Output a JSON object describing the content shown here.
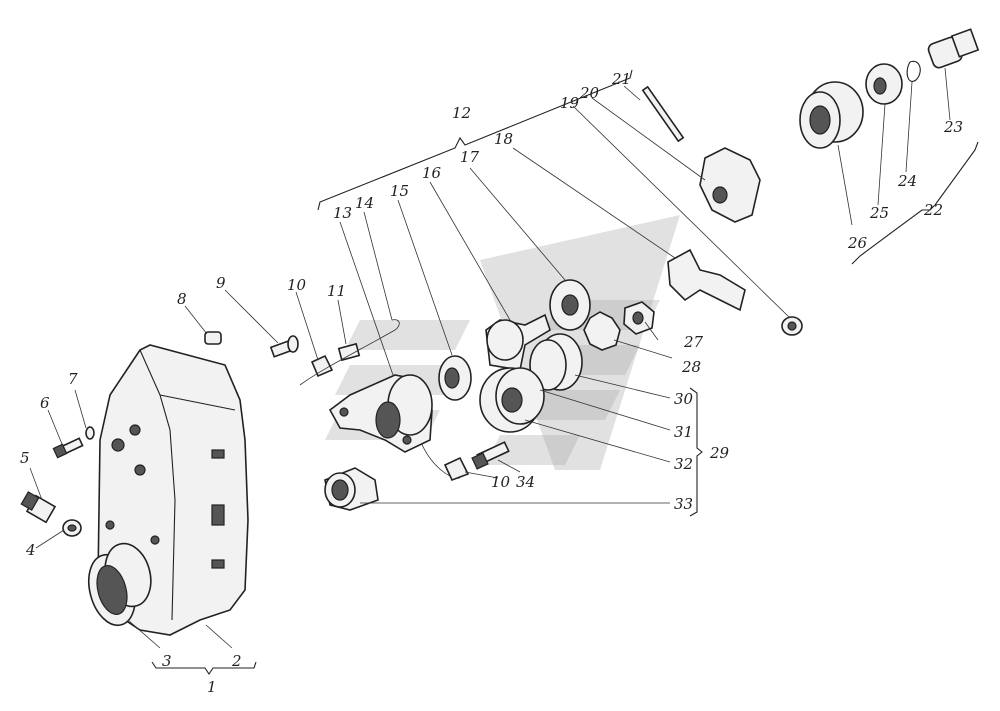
{
  "diagram": {
    "labels": {
      "l1": "1",
      "l2": "2",
      "l3": "3",
      "l4": "4",
      "l5": "5",
      "l6": "6",
      "l7": "7",
      "l8": "8",
      "l9": "9",
      "l10a": "10",
      "l10b": "10",
      "l11": "11",
      "l12": "12",
      "l13": "13",
      "l14": "14",
      "l15": "15",
      "l16": "16",
      "l17": "17",
      "l18": "18",
      "l19": "19",
      "l20": "20",
      "l21": "21",
      "l22": "22",
      "l23": "23",
      "l24": "24",
      "l25": "25",
      "l26": "26",
      "l27": "27",
      "l28": "28",
      "l29": "29",
      "l30": "30",
      "l31": "31",
      "l32": "32",
      "l33": "33",
      "l34": "34"
    },
    "colors": {
      "ink": "#222222",
      "watermark": "#a8a8a8",
      "background": "#ffffff"
    }
  }
}
